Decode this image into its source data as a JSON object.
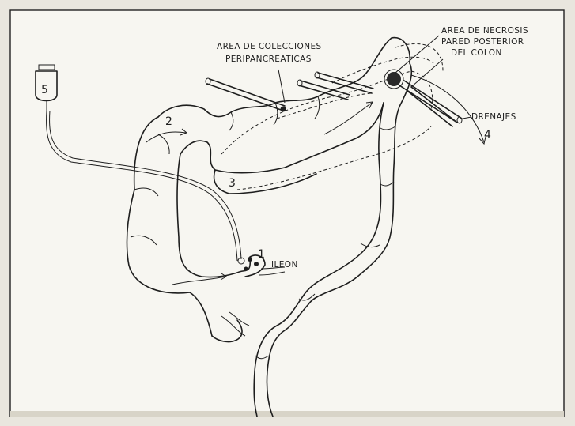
{
  "labels": {
    "area_colecciones_line1": "AREA DE COLECCIONES",
    "area_colecciones_line2": "PERIPANCREATICAS",
    "area_necrosis_line1": "AREA DE NECROSIS",
    "area_necrosis_line2": "PARED POSTERIOR",
    "area_necrosis_line3": "DEL COLON",
    "drenajes": "DRENAJES",
    "ileon": "ILEON"
  },
  "numbers": {
    "n1": "1",
    "n2": "2",
    "n3": "3",
    "n4": "4",
    "n5": "5"
  },
  "colors": {
    "paper": "#f7f6f1",
    "ink": "#1e1e1e",
    "background": "#e9e6de"
  }
}
